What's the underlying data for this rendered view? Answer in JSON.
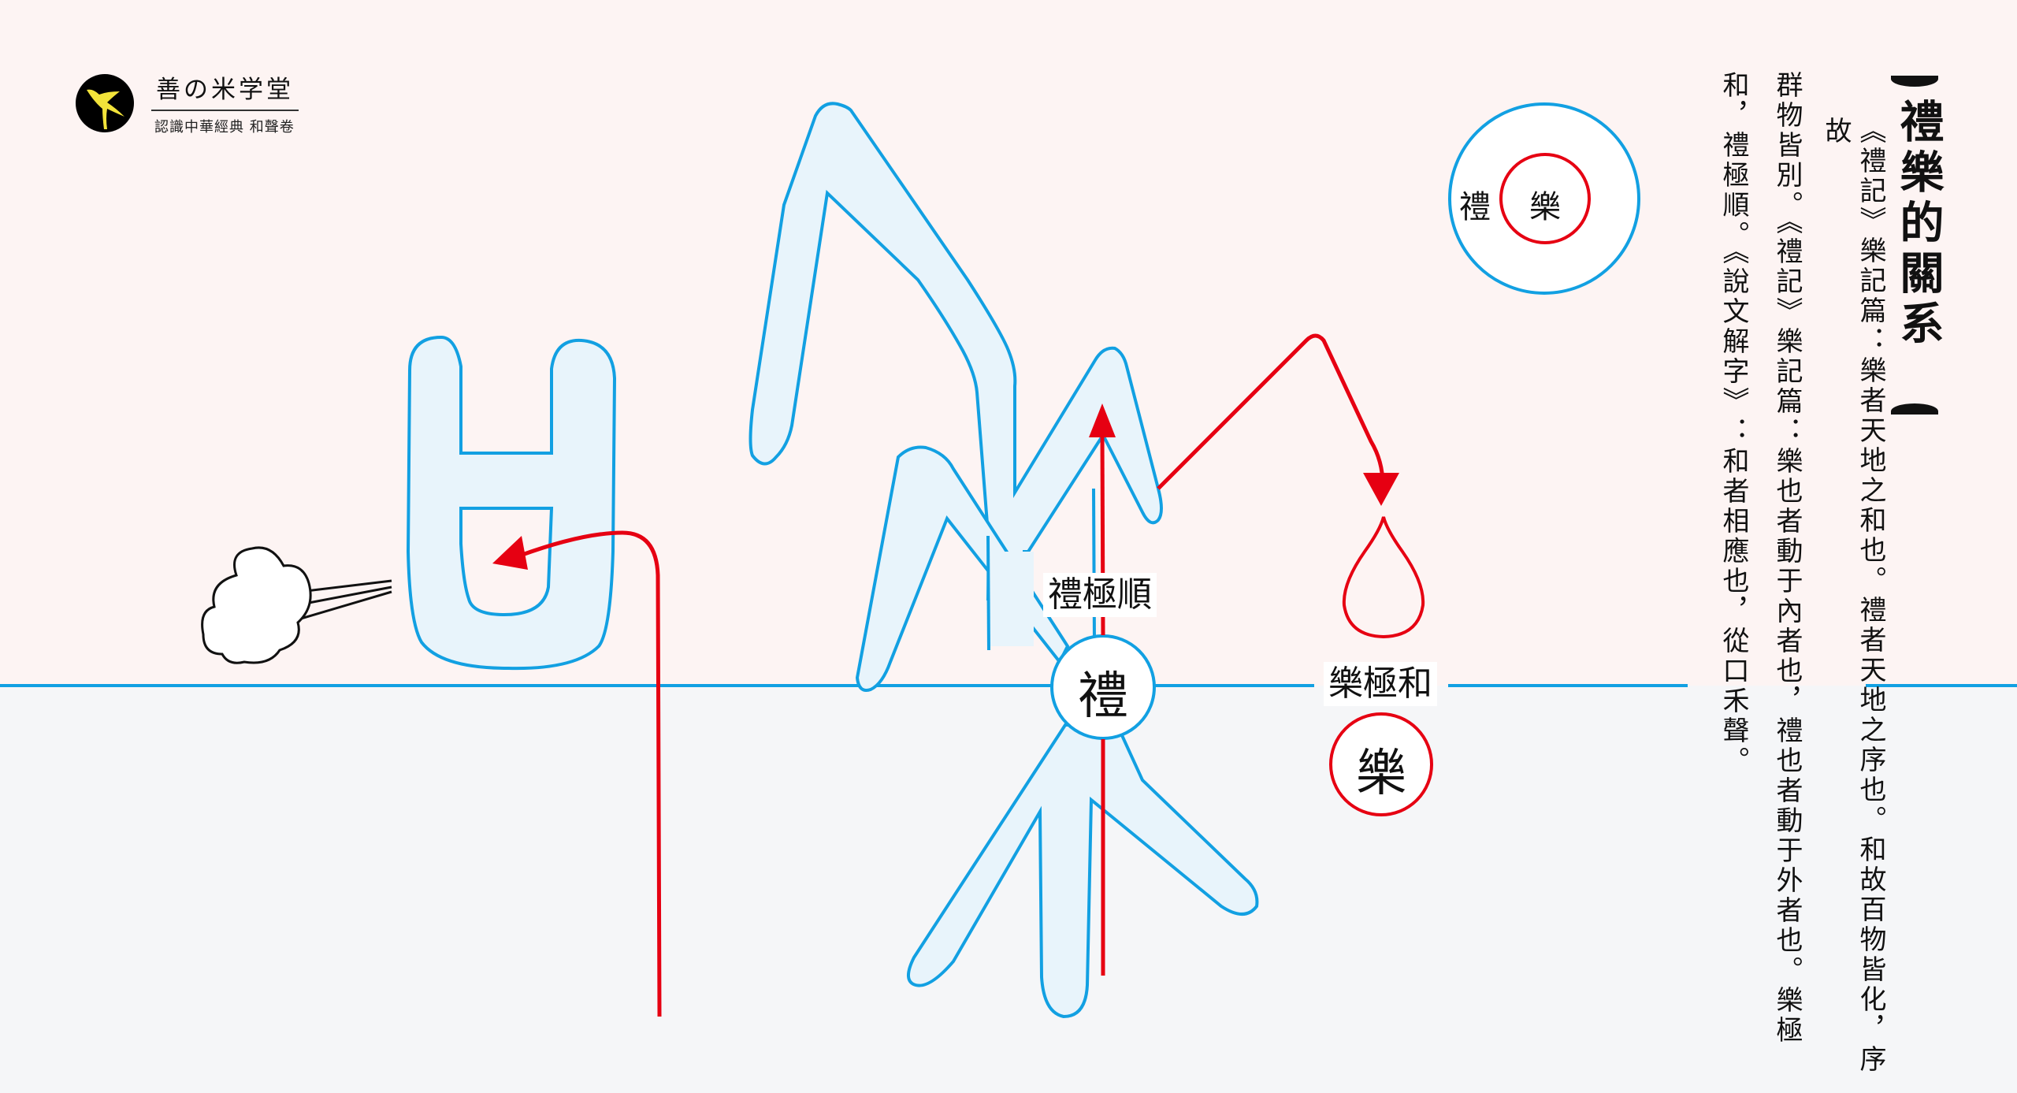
{
  "logo": {
    "title": "善の米学堂",
    "subtitle": "認識中華經典 和聲卷"
  },
  "title": "禮樂的關系",
  "quotes": [
    "《禮記》樂記篇：樂者天地之和也。禮者天地之序也。和故百物皆化，序故",
    "群物皆別。《禮記》樂記篇：樂也者動于內者也，禮也者動于外者也。樂極",
    "和，禮極順。《說文解字》：和者相應也，從口禾聲。"
  ],
  "diagram": {
    "li_circle_label": "禮",
    "yue_circle_label": "樂",
    "li_ji_shun_label": "禮極順",
    "yue_ji_he_label": "樂極和",
    "nested_outer_label": "禮",
    "nested_inner_label": "樂",
    "colors": {
      "blue": "#12a0e2",
      "red": "#e60012",
      "fill": "#e8f4fb",
      "bg_top": "#fdf4f3",
      "bg_bottom": "#f5f6f8"
    }
  }
}
